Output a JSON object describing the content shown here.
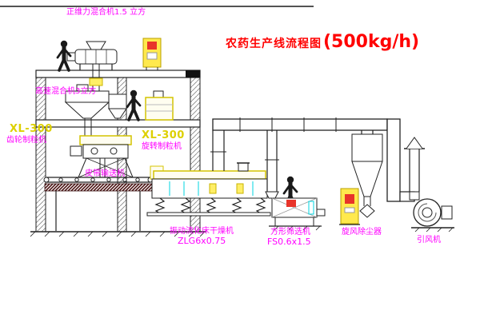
{
  "title": {
    "main": "农药生产线流程图",
    "capacity": "(500kg/h)"
  },
  "labels": {
    "mixer_top": "正维力混合机1.5 立方",
    "mixer_high_speed": "高速混合机3立方",
    "granulator_left": {
      "model": "XL-300",
      "name": "齿轮制粒机"
    },
    "granulator_mid": {
      "model": "XL-300",
      "name": "旋转制粒机"
    },
    "belt_conveyor": "皮带输送机",
    "dryer": {
      "name": "振动流化床干燥机",
      "model": "ZLG6x0.75"
    },
    "sieve": {
      "name": "方形筛选机",
      "model": "FS0.6x1.5"
    },
    "cyclone": "旋风除尘器",
    "fan": "引风机"
  },
  "colors": {
    "label_magenta": "#ff00ff",
    "title_red": "#ff0000",
    "model_yellow": "#ddd000",
    "equipment_yellow": "#ffe94d",
    "accent_cyan": "#00d5e0",
    "alarm_red": "#e8342a",
    "line": "#222222"
  }
}
